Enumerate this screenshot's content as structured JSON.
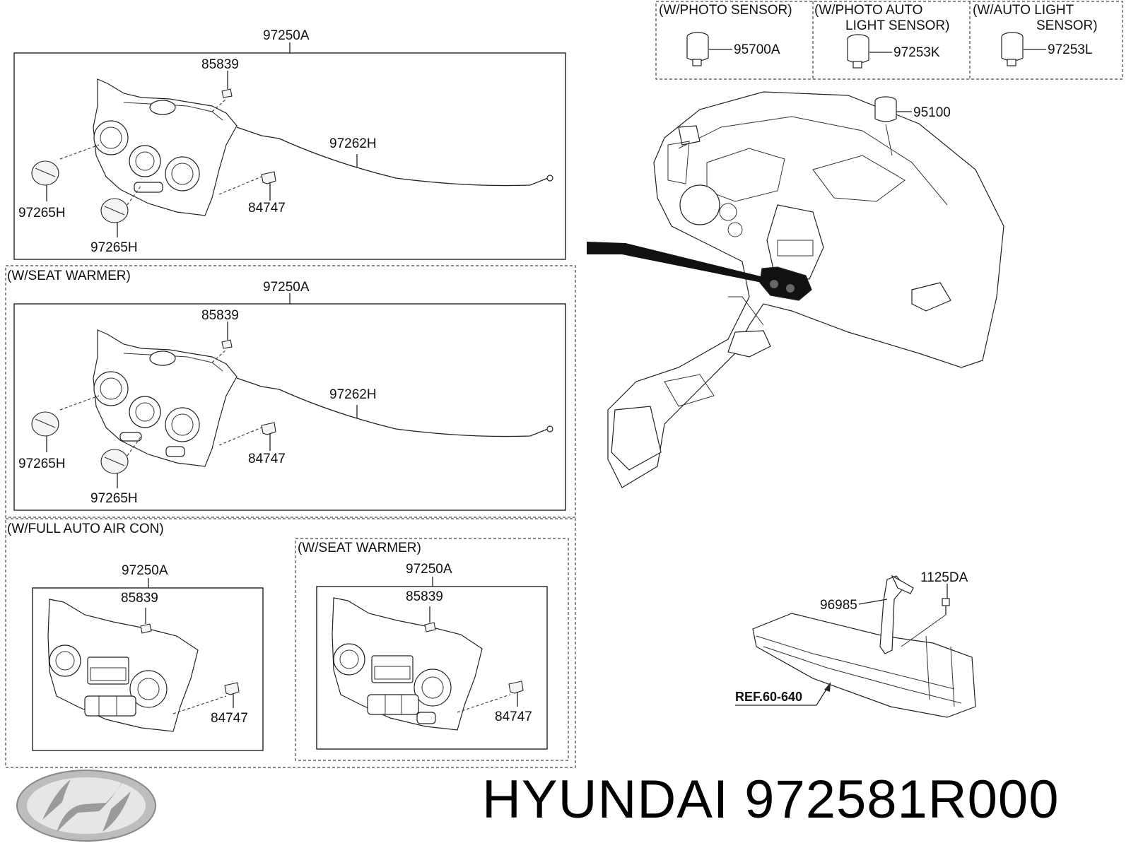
{
  "brand": {
    "name": "HYUNDAI",
    "part_number": "972581R000"
  },
  "panels": {
    "top": {
      "assembly": "97250A",
      "clip": "85839",
      "cable": "97262H",
      "knob_left": "97265H",
      "knob_bottom": "97265H",
      "bracket": "84747"
    },
    "seat": {
      "caption": "(W/SEAT WARMER)",
      "assembly": "97250A",
      "clip": "85839",
      "cable": "97262H",
      "knob_left": "97265H",
      "knob_bottom": "97265H",
      "bracket": "84747"
    },
    "full_auto": {
      "caption": "(W/FULL AUTO AIR CON)",
      "assembly": "97250A",
      "clip": "85839",
      "bracket": "84747"
    },
    "full_auto_seat": {
      "caption": "(W/SEAT WARMER)",
      "assembly": "97250A",
      "clip": "85839",
      "bracket": "84747"
    }
  },
  "sensors": {
    "photo": {
      "caption": "(W/PHOTO SENSOR)",
      "part": "95700A"
    },
    "photo_auto": {
      "caption_line1": "(W/PHOTO  AUTO",
      "caption_line2": "LIGHT SENSOR)",
      "part": "97253K"
    },
    "auto_light": {
      "caption_line1": "(W/AUTO  LIGHT",
      "caption_line2": "SENSOR)",
      "part": "97253L"
    }
  },
  "dashboard": {
    "sensor_part": "95100"
  },
  "bracket_assy": {
    "bolt": "1125DA",
    "bracket": "96985",
    "reference": "REF.60-640"
  }
}
